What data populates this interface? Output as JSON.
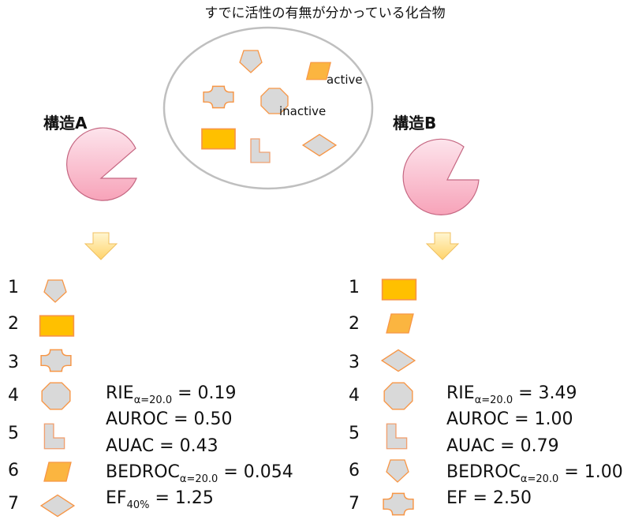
{
  "header": {
    "title": "すでに活性の有無が分かっている化合物"
  },
  "compound_pool": {
    "labels": {
      "active": "active",
      "inactive": "inactive"
    },
    "compounds": [
      {
        "shape": "pentagon",
        "class": "inactive"
      },
      {
        "shape": "parallelogram",
        "class": "active"
      },
      {
        "shape": "rounded-cross",
        "class": "inactive"
      },
      {
        "shape": "octagon",
        "class": "inactive"
      },
      {
        "shape": "rectangle",
        "class": "active"
      },
      {
        "shape": "l-shape",
        "class": "inactive"
      },
      {
        "shape": "diamond",
        "class": "inactive"
      }
    ]
  },
  "colors": {
    "inactive_fill": "#d9d9d9",
    "active_rect_fill": "#ffc000",
    "active_para_fill": "#fbb540",
    "shape_stroke": "#f79646",
    "pacman_fill_top": "#fde0e8",
    "pacman_fill_bottom": "#f7a8bd",
    "pacman_stroke": "#c0607a",
    "arrow_fill": "#ffe08a",
    "ellipse_stroke": "#bfbfbf"
  },
  "structure_a": {
    "title": "構造A",
    "ranking": [
      {
        "rank": "1",
        "shape": "pentagon"
      },
      {
        "rank": "2",
        "shape": "rectangle"
      },
      {
        "rank": "3",
        "shape": "rounded-cross"
      },
      {
        "rank": "4",
        "shape": "octagon"
      },
      {
        "rank": "5",
        "shape": "l-shape"
      },
      {
        "rank": "6",
        "shape": "parallelogram"
      },
      {
        "rank": "7",
        "shape": "diamond"
      }
    ],
    "metrics": {
      "rie": {
        "name": "RIE",
        "sub": "α=20.0",
        "value": " = 0.19"
      },
      "auroc": {
        "name": "AUROC",
        "value": " = 0.50"
      },
      "auac": {
        "name": "AUAC",
        "value": " = 0.43"
      },
      "bedroc": {
        "name": "BEDROC",
        "sub": "α=20.0",
        "value": " = 0.054"
      },
      "ef": {
        "name": "EF",
        "sub": "40%",
        "value": " = 1.25"
      }
    }
  },
  "structure_b": {
    "title": "構造B",
    "ranking": [
      {
        "rank": "1",
        "shape": "rectangle"
      },
      {
        "rank": "2",
        "shape": "parallelogram"
      },
      {
        "rank": "3",
        "shape": "diamond"
      },
      {
        "rank": "4",
        "shape": "octagon"
      },
      {
        "rank": "5",
        "shape": "l-shape"
      },
      {
        "rank": "6",
        "shape": "pentagon"
      },
      {
        "rank": "7",
        "shape": "rounded-cross"
      }
    ],
    "metrics": {
      "rie": {
        "name": "RIE",
        "sub": "α=20.0",
        "value": " = 3.49"
      },
      "auroc": {
        "name": "AUROC",
        "value": " = 1.00"
      },
      "auac": {
        "name": "AUAC",
        "value": " = 0.79"
      },
      "bedroc": {
        "name": "BEDROC",
        "sub": "α=20.0",
        "value": " = 1.00"
      },
      "ef": {
        "name": "EF",
        "value": " = 2.50"
      }
    }
  }
}
